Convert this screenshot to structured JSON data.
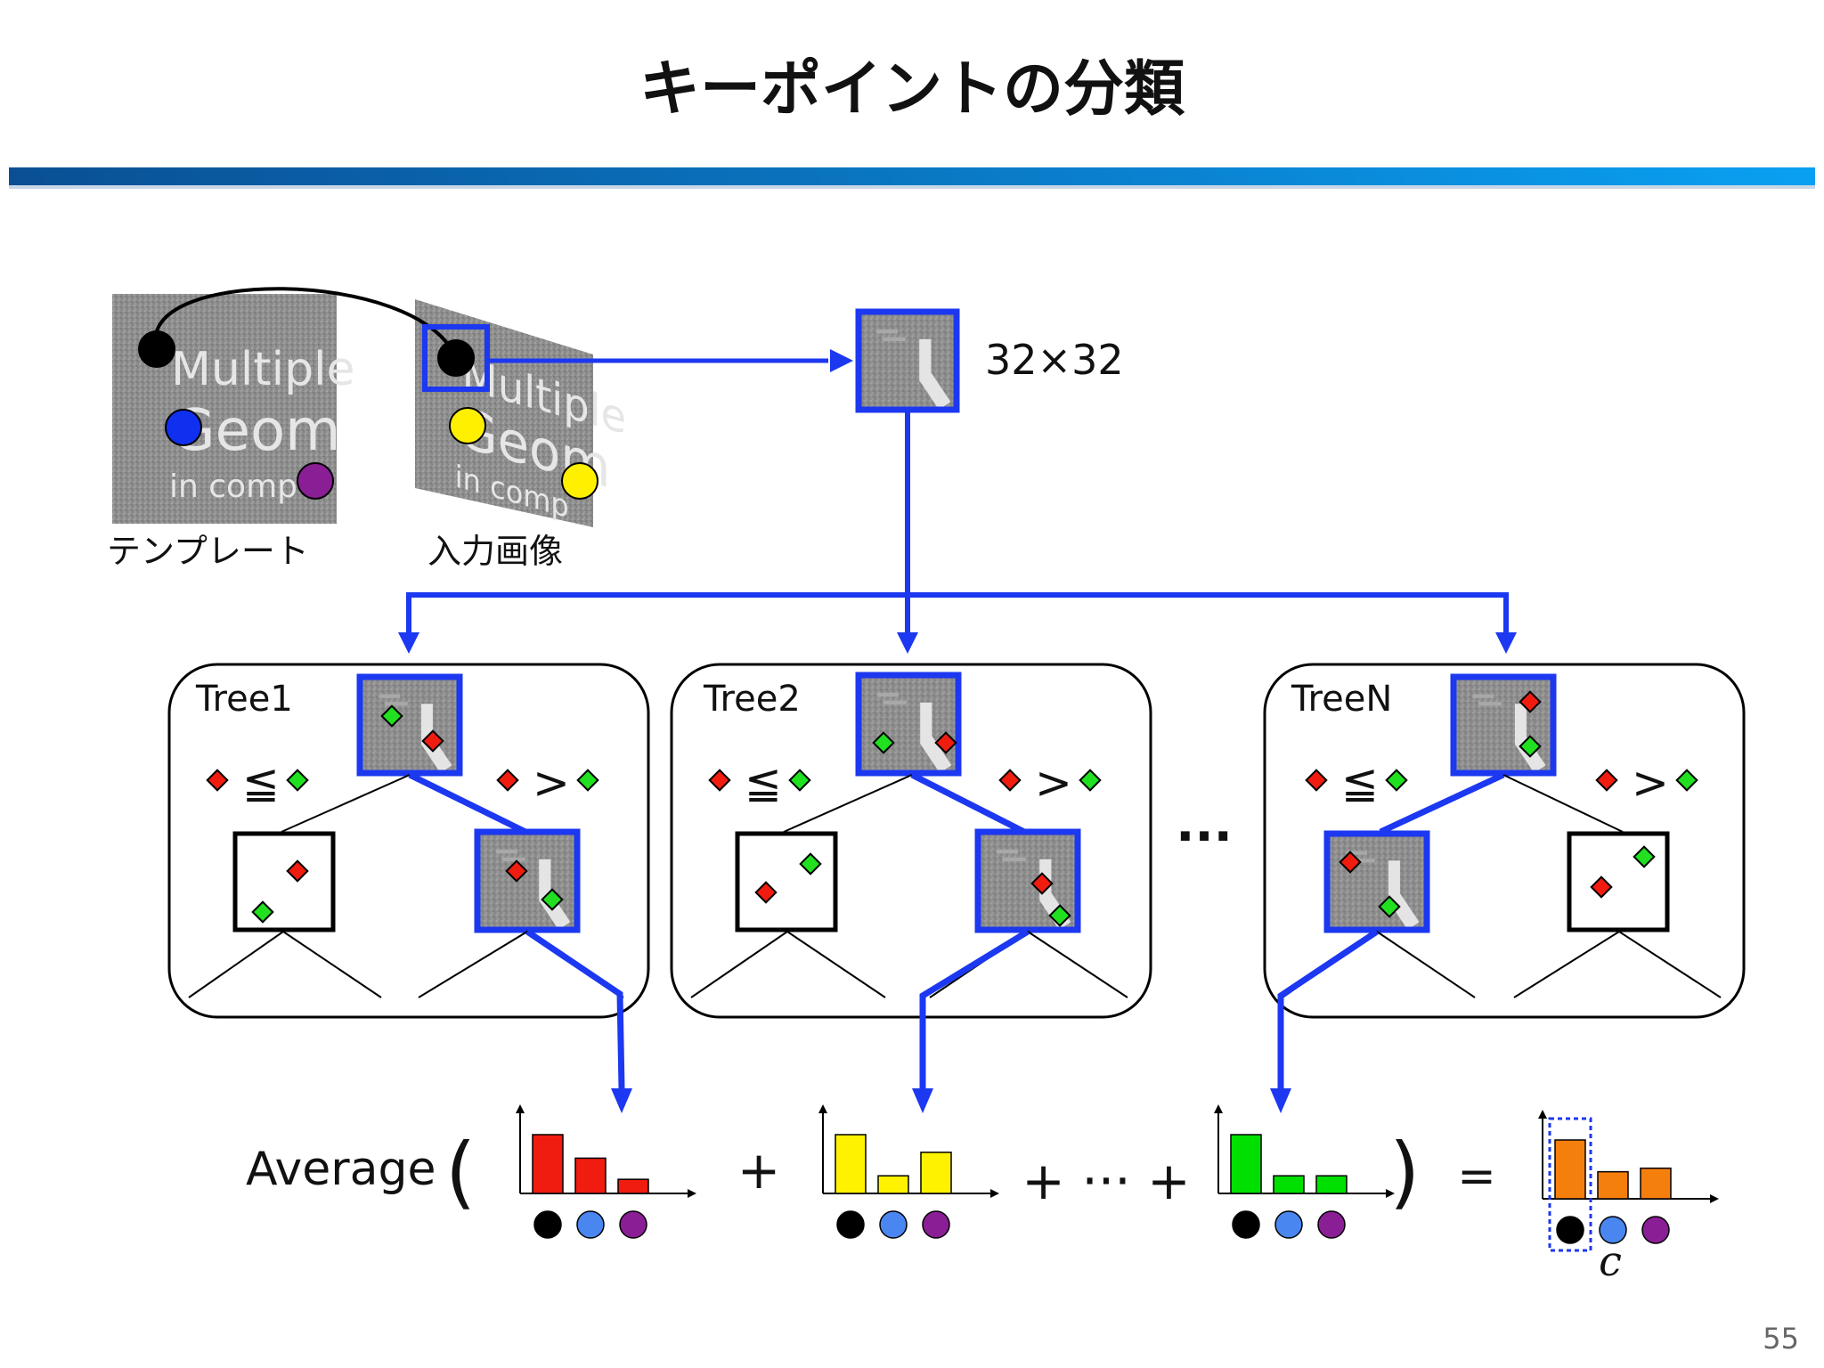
{
  "slide": {
    "title": "キーポイントの分類",
    "page_number": "55"
  },
  "images": {
    "template_label": "テンプレート",
    "input_label": "入力画像",
    "patch_size_label": "32×32",
    "sample_text_lines": [
      "Multiple",
      "Geom",
      "in comp"
    ]
  },
  "trees": [
    {
      "label": "Tree1",
      "left_rule": "≦",
      "right_rule": ">"
    },
    {
      "label": "Tree2",
      "left_rule": "≦",
      "right_rule": ">"
    },
    {
      "label": "TreeN",
      "left_rule": "≦",
      "right_rule": ">"
    }
  ],
  "formula": {
    "average_label": "Average",
    "open_paren": "(",
    "close_paren": ")",
    "plus": "+",
    "ellipsis_sum": "+ ··· +",
    "equals": "=",
    "class_label": "c",
    "trees_ellipsis": "···"
  },
  "histograms": [
    {
      "name": "tree1",
      "color": "#f01c10",
      "values": [
        1.0,
        0.6,
        0.24
      ]
    },
    {
      "name": "tree2",
      "color": "#fff200",
      "values": [
        1.0,
        0.3,
        0.7
      ]
    },
    {
      "name": "treeN",
      "color": "#00e000",
      "values": [
        1.0,
        0.3,
        0.3
      ]
    },
    {
      "name": "result",
      "color": "#f57f0c",
      "values": [
        1.0,
        0.46,
        0.52
      ]
    }
  ],
  "classes": [
    {
      "name": "black",
      "color": "#000000"
    },
    {
      "name": "blue",
      "color": "#4a86f0"
    },
    {
      "name": "purple",
      "color": "#8a1e94"
    }
  ],
  "colors": {
    "accent_blue": "#1c38f0",
    "title_bar_start": "#0a4f94",
    "title_bar_end": "#0aa0f2",
    "red_diamond": "#f01c10",
    "green_diamond": "#20e020",
    "keypoint_blue": "#1030f0",
    "keypoint_yellow": "#fff000",
    "keypoint_purple": "#8a1e94"
  }
}
